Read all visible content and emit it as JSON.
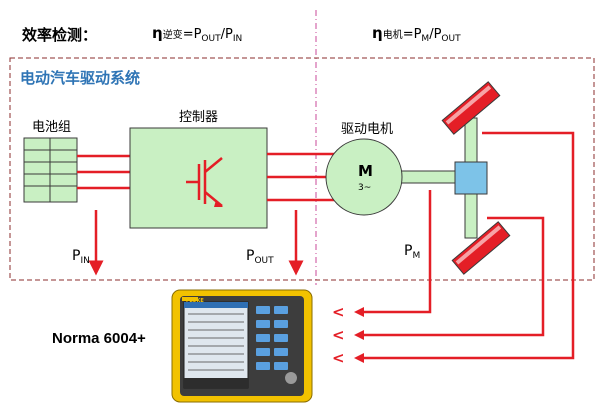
{
  "header": {
    "title": "效率检测：",
    "formula_inverter": {
      "eta": "η",
      "sub": "逆变",
      "eq": "=P",
      "n1": "OUT",
      "slash": "/P",
      "n2": "IN"
    },
    "formula_motor": {
      "eta": "η",
      "sub": "电机",
      "eq": "=P",
      "n1": "M",
      "slash": "/P",
      "n2": "OUT"
    }
  },
  "system": {
    "title": "电动汽车驱动系统"
  },
  "components": {
    "battery": "电池组",
    "controller": "控制器",
    "motor_label": "驱动电机",
    "motor_symbol": "M",
    "motor_phase": "3~"
  },
  "power_labels": {
    "pin": {
      "p": "P",
      "sub": "IN"
    },
    "pout": {
      "p": "P",
      "sub": "OUT"
    },
    "pm": {
      "p": "P",
      "sub": "M"
    }
  },
  "analyzer": {
    "name": "Norma 6004+",
    "brand": "FLUKE"
  },
  "arrow_glyph": "<",
  "colors": {
    "wire": "#e41e26",
    "component_fill": "#c9f0c3",
    "component_stroke": "#3a3a3a",
    "gearbox_fill": "#7dc3e8",
    "title_blue": "#2e74b5",
    "dash": "#8b2d2d",
    "divider": "#c94a9a",
    "meter_yellow": "#f2c200"
  }
}
